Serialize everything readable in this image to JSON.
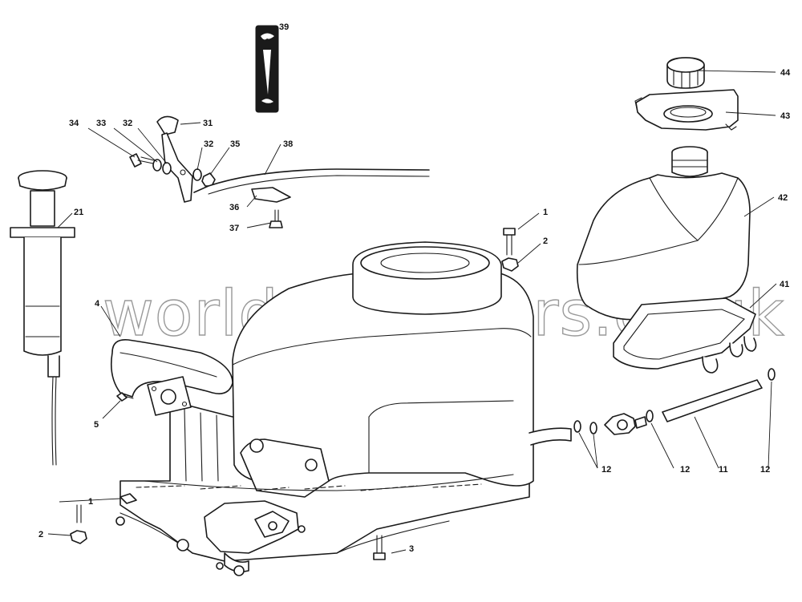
{
  "watermark": "worldofmowers.co.uk",
  "callouts": {
    "c39": "39",
    "c44": "44",
    "c43": "43",
    "c31": "31",
    "c34": "34",
    "c33": "33",
    "c32a": "32",
    "c32b": "32",
    "c35": "35",
    "c38": "38",
    "c36": "36",
    "c37": "37",
    "c21": "21",
    "c42": "42",
    "c1a": "1",
    "c2a": "2",
    "c41": "41",
    "c4": "4",
    "c5": "5",
    "c12a": "12",
    "c12b": "12",
    "c11": "11",
    "c12c": "12",
    "c1b": "1",
    "c2b": "2",
    "c3": "3"
  }
}
